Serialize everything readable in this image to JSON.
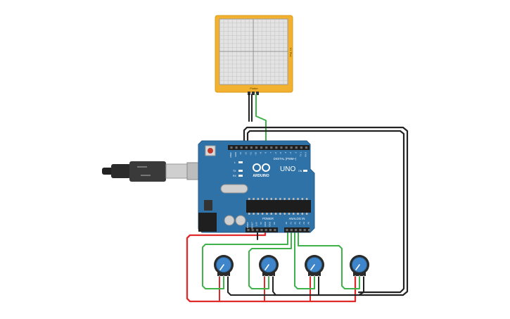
{
  "plotter": {
    "bottom_label": "Plotter",
    "side_label": "XY Plot"
  },
  "arduino": {
    "brand": "ARDUINO",
    "model": "UNO",
    "digital_label": "DIGITAL (PWM~)",
    "analog_label": "ANALOG IN",
    "power_label": "POWER",
    "led_l": "L",
    "led_tx": "TX",
    "led_rx": "RX",
    "on_label": "ON",
    "digital_pins": [
      "AREF",
      "GND",
      "13",
      "12",
      "~11",
      "~10",
      "~9",
      "8",
      "7",
      "~6",
      "~5",
      "4",
      "~3",
      "2",
      "TX 1",
      "RX 0"
    ],
    "power_pins": [
      "IOREF",
      "RESET",
      "3.3V",
      "5V",
      "GND",
      "GND",
      "Vin"
    ],
    "analog_pins": [
      "A0",
      "A1",
      "A2",
      "A3",
      "A4",
      "A5"
    ]
  },
  "potentiometers": [
    {
      "id": "pot-1"
    },
    {
      "id": "pot-2"
    },
    {
      "id": "pot-3"
    },
    {
      "id": "pot-4"
    }
  ],
  "colors": {
    "board": "#2f72a8",
    "plotter_frame": "#f2b12e",
    "wire_green": "#3fb34a",
    "wire_red": "#e02a2a",
    "wire_black": "#222222",
    "knob": "#3e86c9"
  }
}
